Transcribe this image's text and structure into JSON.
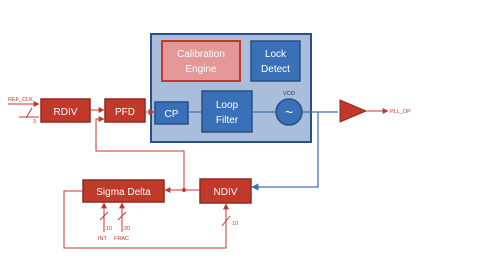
{
  "blocks": {
    "rdiv": "RDIV",
    "pfd": "PFD",
    "cp": "CP",
    "loop_filter_line1": "Loop",
    "loop_filter_line2": "Filter",
    "vco_symbol": "~",
    "calibration_line1": "Calibration",
    "calibration_line2": "Engine",
    "lock_line1": "Lock",
    "lock_line2": "Detect",
    "sigma_delta": "Sigma Delta",
    "ndiv": "NDIV"
  },
  "signals": {
    "ref_clk": "REF_CLK",
    "pll_op": "PLL_OP",
    "vco": "VCO",
    "int": "INT",
    "frac": "FRAC"
  },
  "bus_widths": {
    "rdiv_in": "3",
    "int": "10",
    "frac": "20",
    "ndiv_ctrl": "10"
  },
  "colors": {
    "red_block": "#c0392b",
    "red_block_stroke": "#8e2a22",
    "blue_block": "#3a70b8",
    "blue_block_stroke": "#274f86",
    "container_fill": "#a8bedb",
    "container_stroke": "#2c4f85",
    "calib_fill": "#e39797",
    "wire_red": "#c0392b",
    "wire_blue": "#3a70b8"
  }
}
